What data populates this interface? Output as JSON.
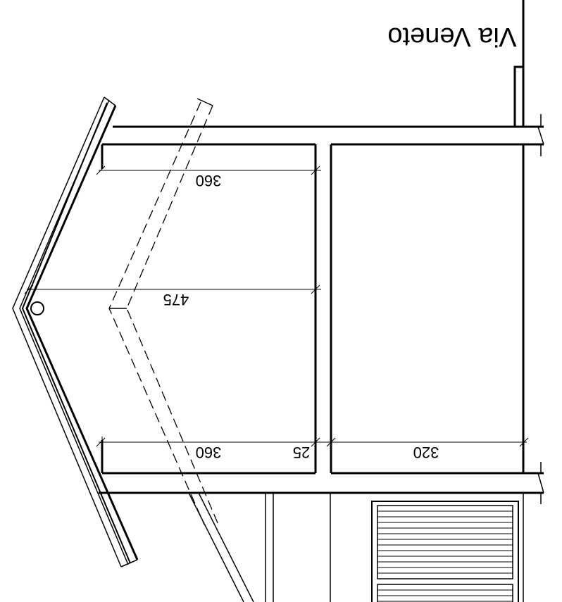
{
  "street_name": "Via Veneto",
  "dimensions": {
    "upper_width": "360",
    "depth": "475",
    "lower_width": "360",
    "wall_thickness": "25",
    "right_room_width": "320"
  },
  "colors": {
    "line": "#000000",
    "background": "#ffffff"
  }
}
